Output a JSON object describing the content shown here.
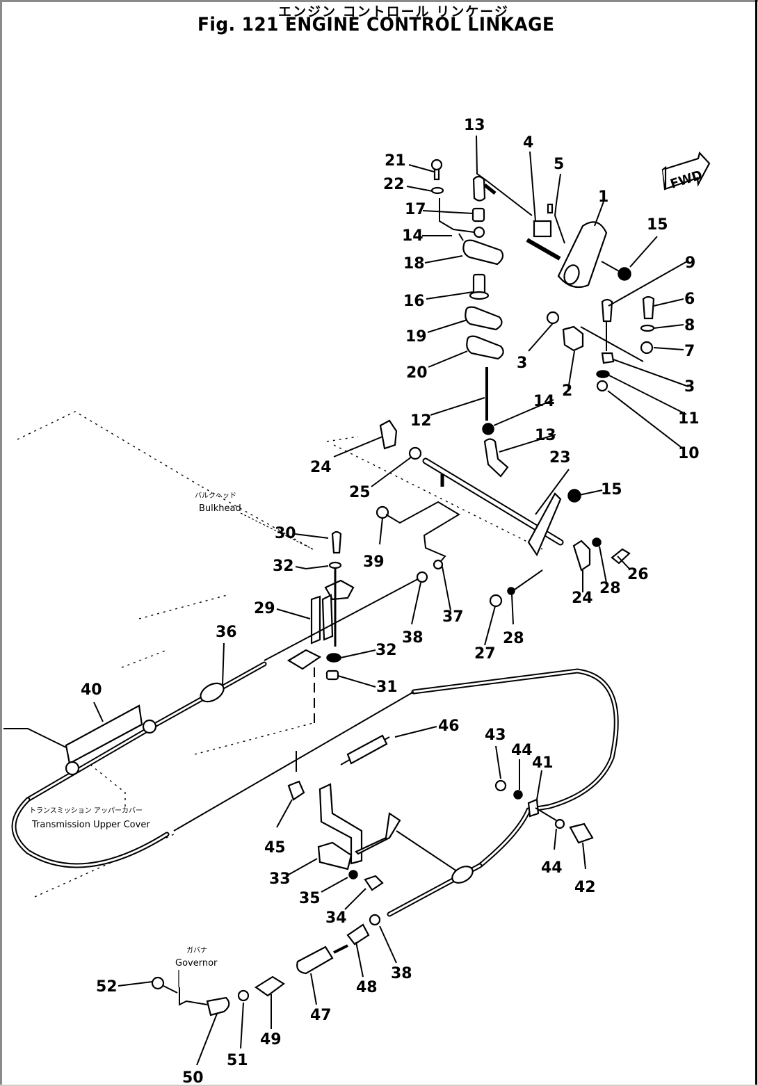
{
  "figure": {
    "title_jp": "エンジン コントロール リンケージ",
    "title_en": "Fig. 121 ENGINE CONTROL LINKAGE"
  },
  "direction_arrow": {
    "label": "FWD",
    "icon": "forward-arrow-icon"
  },
  "annotations": {
    "bulkhead": {
      "jp": "バルクヘッド",
      "en": "Bulkhead"
    },
    "transmission_upper_cover": {
      "jp": "トランスミッション アッパーカバー",
      "en": "Transmission Upper Cover"
    },
    "governor": {
      "jp": "ガバナ",
      "en": "Governor"
    }
  },
  "callouts": [
    {
      "id": "c13a",
      "number": "13"
    },
    {
      "id": "c4",
      "number": "4"
    },
    {
      "id": "c5",
      "number": "5"
    },
    {
      "id": "c1",
      "number": "1"
    },
    {
      "id": "c15a",
      "number": "15"
    },
    {
      "id": "c21",
      "number": "21"
    },
    {
      "id": "c22",
      "number": "22"
    },
    {
      "id": "c17",
      "number": "17"
    },
    {
      "id": "c14a",
      "number": "14"
    },
    {
      "id": "c18",
      "number": "18"
    },
    {
      "id": "c16",
      "number": "16"
    },
    {
      "id": "c19",
      "number": "19"
    },
    {
      "id": "c20",
      "number": "20"
    },
    {
      "id": "c9",
      "number": "9"
    },
    {
      "id": "c6",
      "number": "6"
    },
    {
      "id": "c8",
      "number": "8"
    },
    {
      "id": "c7",
      "number": "7"
    },
    {
      "id": "c3a",
      "number": "3"
    },
    {
      "id": "c2",
      "number": "2"
    },
    {
      "id": "c3b",
      "number": "3"
    },
    {
      "id": "c11",
      "number": "11"
    },
    {
      "id": "c10",
      "number": "10"
    },
    {
      "id": "c12",
      "number": "12"
    },
    {
      "id": "c14b",
      "number": "14"
    },
    {
      "id": "c13b",
      "number": "13"
    },
    {
      "id": "c24a",
      "number": "24"
    },
    {
      "id": "c25",
      "number": "25"
    },
    {
      "id": "c23",
      "number": "23"
    },
    {
      "id": "c15b",
      "number": "15"
    },
    {
      "id": "c30",
      "number": "30"
    },
    {
      "id": "c39",
      "number": "39"
    },
    {
      "id": "c26",
      "number": "26"
    },
    {
      "id": "c32a",
      "number": "32"
    },
    {
      "id": "c28a",
      "number": "28"
    },
    {
      "id": "c24b",
      "number": "24"
    },
    {
      "id": "c29",
      "number": "29"
    },
    {
      "id": "c37",
      "number": "37"
    },
    {
      "id": "c38a",
      "number": "38"
    },
    {
      "id": "c36",
      "number": "36"
    },
    {
      "id": "c32b",
      "number": "32"
    },
    {
      "id": "c27",
      "number": "27"
    },
    {
      "id": "c28b",
      "number": "28"
    },
    {
      "id": "c31",
      "number": "31"
    },
    {
      "id": "c40",
      "number": "40"
    },
    {
      "id": "c46",
      "number": "46"
    },
    {
      "id": "c43",
      "number": "43"
    },
    {
      "id": "c44a",
      "number": "44"
    },
    {
      "id": "c41",
      "number": "41"
    },
    {
      "id": "c45",
      "number": "45"
    },
    {
      "id": "c44b",
      "number": "44"
    },
    {
      "id": "c42",
      "number": "42"
    },
    {
      "id": "c33",
      "number": "33"
    },
    {
      "id": "c35",
      "number": "35"
    },
    {
      "id": "c34",
      "number": "34"
    },
    {
      "id": "c38b",
      "number": "38"
    },
    {
      "id": "c48",
      "number": "48"
    },
    {
      "id": "c52",
      "number": "52"
    },
    {
      "id": "c47",
      "number": "47"
    },
    {
      "id": "c51",
      "number": "51"
    },
    {
      "id": "c49",
      "number": "49"
    },
    {
      "id": "c50",
      "number": "50"
    }
  ]
}
